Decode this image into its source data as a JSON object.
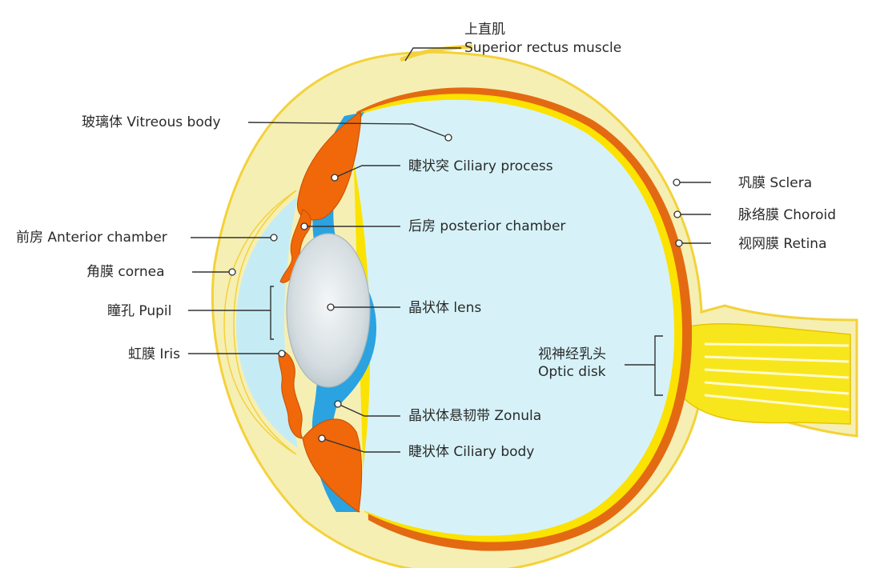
{
  "labels": {
    "superior_rectus_cn": "上直肌",
    "superior_rectus_en": "Superior rectus muscle",
    "vitreous": "玻璃体 Vitreous body",
    "ciliary_process": "睫状突  Ciliary process",
    "sclera": "巩膜 Sclera",
    "choroid": "脉络膜 Choroid",
    "retina": "视网膜 Retina",
    "anterior_chamber": "前房 Anterior chamber",
    "posterior_chamber": "后房 posterior chamber",
    "cornea": "角膜 cornea",
    "pupil": "瞳孔 Pupil",
    "lens": "晶状体 lens",
    "iris": "虹膜 Iris",
    "optic_disk_cn": "视神经乳头",
    "optic_disk_en": "Optic disk",
    "zonula": "晶状体悬韧带 Zonula",
    "ciliary_body": "睫状体 Ciliary body"
  },
  "colors": {
    "sclera": "#f6efb4",
    "sclera_outline": "#f3d23a",
    "choroid": "#e36a12",
    "retina": "#fbe200",
    "vitreous": "#d6f2f8",
    "aqueous": "#c5ecf4",
    "zonula_blue": "#2aa3e0",
    "iris_orange": "#f0680a",
    "lens_fill": "#c9d3d8",
    "optic_nerve": "#f8e61c"
  }
}
